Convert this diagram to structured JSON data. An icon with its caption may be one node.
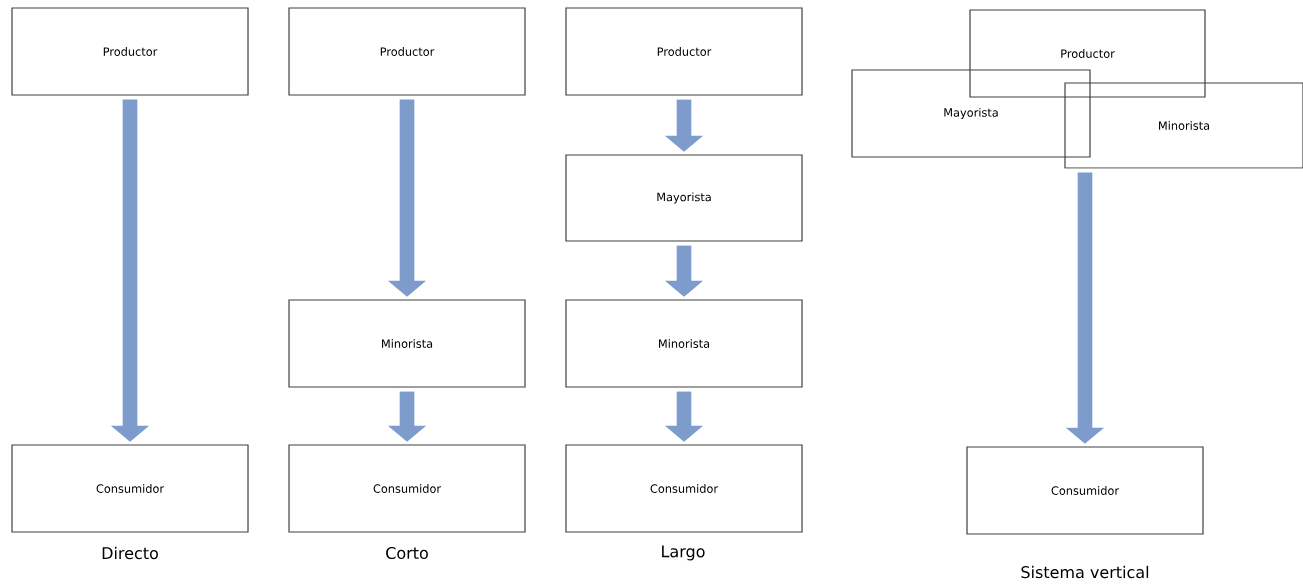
{
  "diagram": {
    "nodes": [
      {
        "text": [
          "Productor"
        ]
      },
      {
        "text": [
          "Consumidor"
        ]
      },
      {
        "text": [
          "Productor"
        ]
      },
      {
        "text": [
          "Minorista"
        ]
      },
      {
        "text": [
          "Consumidor"
        ]
      },
      {
        "text": [
          "Productor"
        ]
      },
      {
        "text": [
          "Mayorista"
        ]
      },
      {
        "text": [
          "Minorista"
        ]
      },
      {
        "text": [
          "Consumidor"
        ]
      },
      {
        "text": [
          "Productor"
        ]
      },
      {
        "text": [
          "Mayorista"
        ]
      },
      {
        "text": [
          "Minorista"
        ]
      },
      {
        "text": [
          "Consumidor"
        ]
      }
    ],
    "edges": [
      {
        "from": 0,
        "to": 1,
        "arrow": "to"
      },
      {
        "from": 2,
        "to": 3,
        "arrow": "to"
      },
      {
        "from": 3,
        "to": 4,
        "arrow": "to"
      },
      {
        "from": 5,
        "to": 6,
        "arrow": "to"
      },
      {
        "from": 6,
        "to": 7,
        "arrow": "to"
      },
      {
        "from": 7,
        "to": 8,
        "arrow": "to"
      },
      {
        "from": 11,
        "to": 12,
        "arrow": "to"
      }
    ],
    "labels": [
      "Directo",
      "Corto",
      "Largo",
      "Sistema vertical"
    ]
  }
}
